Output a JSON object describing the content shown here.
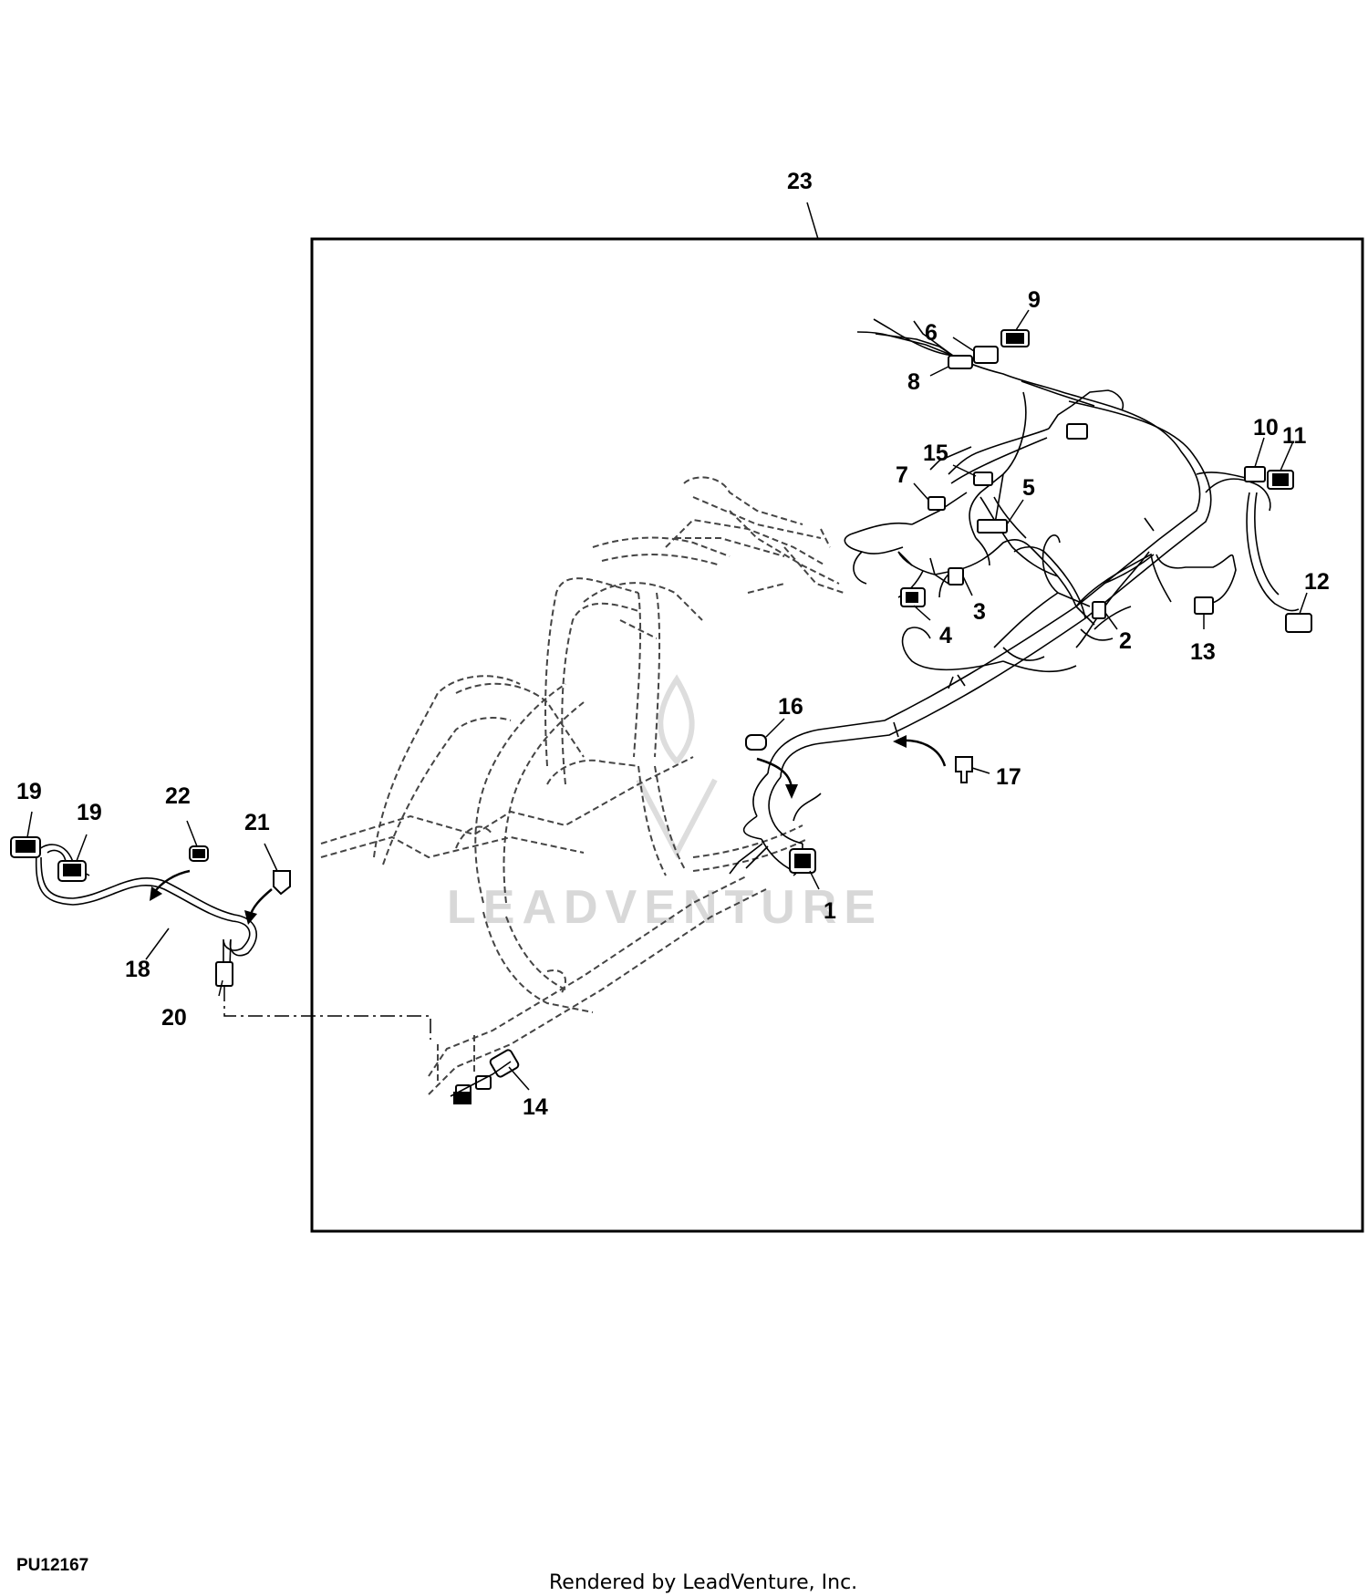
{
  "figure_id": "PU12167",
  "footer": "Rendered by LeadVenture, Inc.",
  "watermark": "LEADVENTURE",
  "callouts": [
    {
      "id": "c1",
      "label": "1"
    },
    {
      "id": "c2",
      "label": "2"
    },
    {
      "id": "c3",
      "label": "3"
    },
    {
      "id": "c4",
      "label": "4"
    },
    {
      "id": "c5",
      "label": "5"
    },
    {
      "id": "c6",
      "label": "6"
    },
    {
      "id": "c7",
      "label": "7"
    },
    {
      "id": "c8",
      "label": "8"
    },
    {
      "id": "c9",
      "label": "9"
    },
    {
      "id": "c10",
      "label": "10"
    },
    {
      "id": "c11",
      "label": "11"
    },
    {
      "id": "c12",
      "label": "12"
    },
    {
      "id": "c13",
      "label": "13"
    },
    {
      "id": "c14",
      "label": "14"
    },
    {
      "id": "c15",
      "label": "15"
    },
    {
      "id": "c16",
      "label": "16"
    },
    {
      "id": "c17",
      "label": "17"
    },
    {
      "id": "c18",
      "label": "18"
    },
    {
      "id": "c19a",
      "label": "19"
    },
    {
      "id": "c19b",
      "label": "19"
    },
    {
      "id": "c20",
      "label": "20"
    },
    {
      "id": "c21",
      "label": "21"
    },
    {
      "id": "c22",
      "label": "22"
    },
    {
      "id": "c23",
      "label": "23"
    }
  ]
}
